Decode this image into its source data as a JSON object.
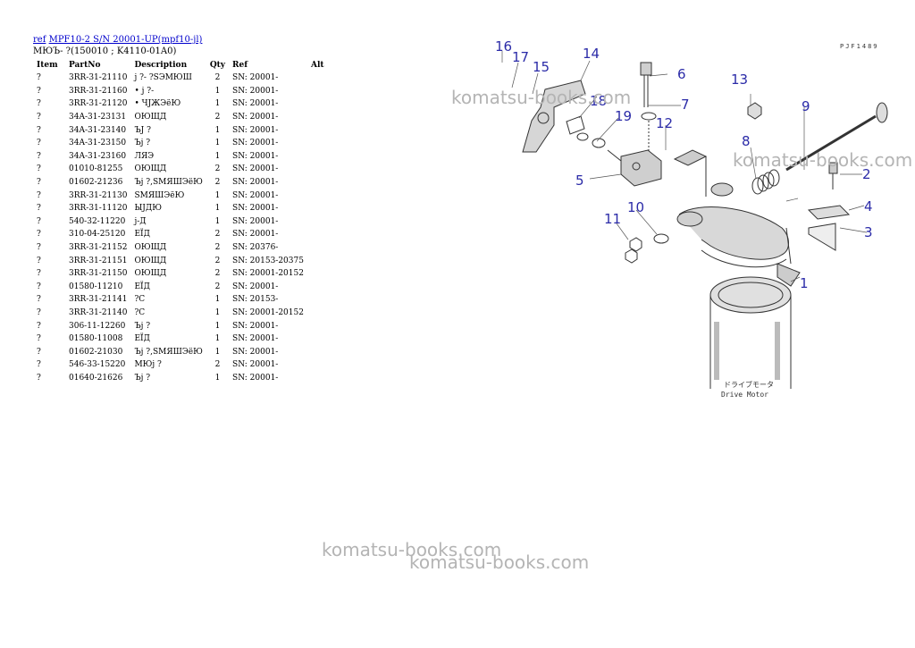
{
  "header": {
    "ref_link": "ref",
    "model_link": "MPF10-2 S/N 20001-UP(mpf10-jl)",
    "subtitle": "МЮЪ- ?(150010 ; K4110-01A0)"
  },
  "table": {
    "headers": [
      "Item",
      "PartNo",
      "Description",
      "Qty",
      "Ref",
      "Alt"
    ],
    "rows": [
      [
        "?",
        "3RR-31-21110",
        "j ?- ?SЭМЮШ",
        "2",
        "SN: 20001-",
        ""
      ],
      [
        "?",
        "3RR-31-21160",
        "• j ?-",
        "1",
        "SN: 20001-",
        ""
      ],
      [
        "?",
        "3RR-31-21120",
        "• ЧЈЖЭёЮ",
        "1",
        "SN: 20001-",
        ""
      ],
      [
        "?",
        "34A-31-23131",
        "ОЮЩД",
        "2",
        "SN: 20001-",
        ""
      ],
      [
        "?",
        "34A-31-23140",
        "ЪЈ ?",
        "1",
        "SN: 20001-",
        ""
      ],
      [
        "?",
        "34A-31-23150",
        "Ъј ?",
        "1",
        "SN: 20001-",
        ""
      ],
      [
        "?",
        "34A-31-23160",
        "ЛЯЭ",
        "1",
        "SN: 20001-",
        ""
      ],
      [
        "?",
        "01010-81255",
        "ОЮЩД",
        "2",
        "SN: 20001-",
        ""
      ],
      [
        "?",
        "01602-21236",
        "Ъј ?,SМЯШЭёЮ",
        "2",
        "SN: 20001-",
        ""
      ],
      [
        "?",
        "3RR-31-21130",
        "SМЯШЭёЮ",
        "1",
        "SN: 20001-",
        ""
      ],
      [
        "?",
        "3RR-31-11120",
        "ЫЈДЮ",
        "1",
        "SN: 20001-",
        ""
      ],
      [
        "?",
        "540-32-11220",
        "j-Д",
        "1",
        "SN: 20001-",
        ""
      ],
      [
        "?",
        "310-04-25120",
        "ЕЇД",
        "2",
        "SN: 20001-",
        ""
      ],
      [
        "?",
        "3RR-31-21152",
        "ОЮЩД",
        "2",
        "SN: 20376-",
        ""
      ],
      [
        "?",
        "3RR-31-21151",
        "ОЮЩД",
        "2",
        "SN: 20153-20375",
        ""
      ],
      [
        "?",
        "3RR-31-21150",
        "ОЮЩД",
        "2",
        "SN: 20001-20152",
        ""
      ],
      [
        "?",
        "01580-11210",
        "ЕЇД",
        "2",
        "SN: 20001-",
        ""
      ],
      [
        "?",
        "3RR-31-21141",
        "?С",
        "1",
        "SN: 20153-",
        ""
      ],
      [
        "?",
        "3RR-31-21140",
        "?С",
        "1",
        "SN: 20001-20152",
        ""
      ],
      [
        "?",
        "306-11-12260",
        "Ъј ?",
        "1",
        "SN: 20001-",
        ""
      ],
      [
        "?",
        "01580-11008",
        "ЕЇД",
        "1",
        "SN: 20001-",
        ""
      ],
      [
        "?",
        "01602-21030",
        "Ъј ?,SМЯШЭёЮ",
        "1",
        "SN: 20001-",
        ""
      ],
      [
        "?",
        "546-33-15220",
        "МЮј ?",
        "2",
        "SN: 20001-",
        ""
      ],
      [
        "?",
        "01640-21626",
        "Ъј ?",
        "1",
        "SN: 20001-",
        ""
      ]
    ]
  },
  "diagram": {
    "code": "PJF1489",
    "caption_jp": "ドライブモータ",
    "caption_en": "Drive Motor",
    "callouts": [
      "1",
      "2",
      "3",
      "4",
      "5",
      "6",
      "7",
      "8",
      "9",
      "10",
      "11",
      "12",
      "13",
      "14",
      "15",
      "16",
      "17",
      "18",
      "19"
    ]
  },
  "watermarks": [
    "komatsu-books.com",
    "komatsu-books.com",
    "komatsu-books.com",
    "komatsu-books.com"
  ],
  "colors": {
    "link": "#0000cc",
    "callout": "#2b2ba8",
    "watermark": "#b4b4b4"
  }
}
